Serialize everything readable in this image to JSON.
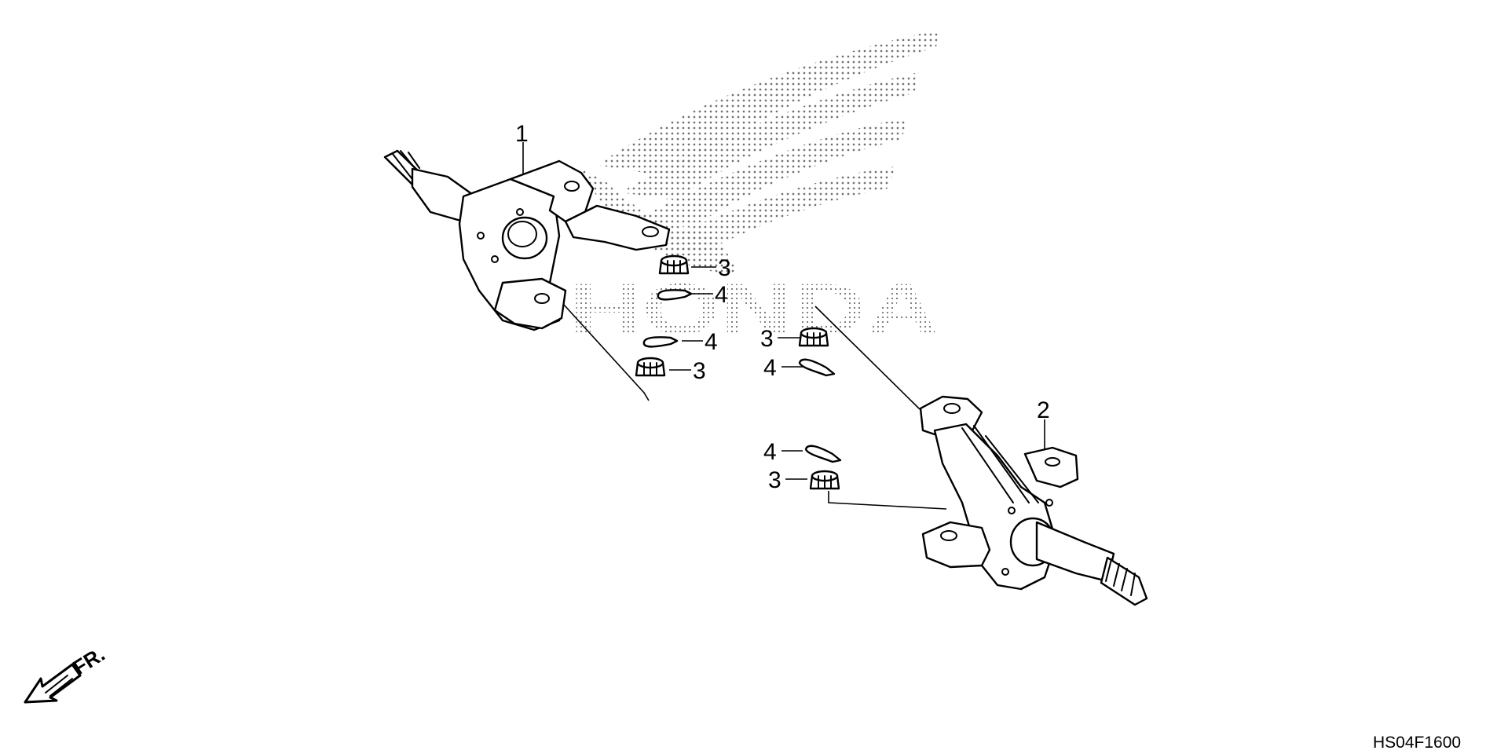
{
  "watermark": {
    "brand": "HONDA",
    "dot_color": "#000000"
  },
  "callouts": [
    {
      "id": "c1",
      "label": "1"
    },
    {
      "id": "c2",
      "label": "2"
    },
    {
      "id": "c3a",
      "label": "3"
    },
    {
      "id": "c4a",
      "label": "4"
    },
    {
      "id": "c4b",
      "label": "4"
    },
    {
      "id": "c3b",
      "label": "3"
    },
    {
      "id": "c3c",
      "label": "3"
    },
    {
      "id": "c4c",
      "label": "4"
    },
    {
      "id": "c4d",
      "label": "4"
    },
    {
      "id": "c3d",
      "label": "3"
    }
  ],
  "direction": {
    "label": "FR."
  },
  "diagram_code": "HS04F1600"
}
